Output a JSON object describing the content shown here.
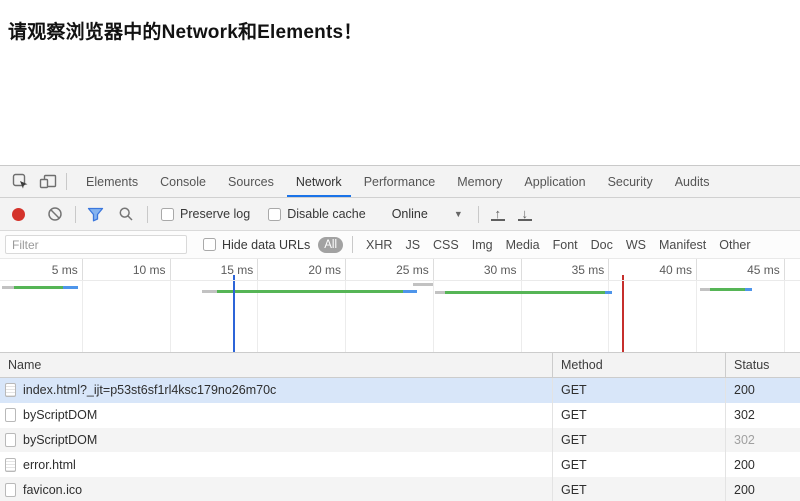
{
  "page": {
    "title": "请观察浏览器中的Network和Elements！"
  },
  "devtools": {
    "tabs": [
      {
        "label": "Elements"
      },
      {
        "label": "Console"
      },
      {
        "label": "Sources"
      },
      {
        "label": "Network"
      },
      {
        "label": "Performance"
      },
      {
        "label": "Memory"
      },
      {
        "label": "Application"
      },
      {
        "label": "Security"
      },
      {
        "label": "Audits"
      }
    ],
    "active_tab": "Network",
    "toolbar": {
      "preserve_log_label": "Preserve log",
      "disable_cache_label": "Disable cache",
      "throttling_value": "Online"
    },
    "filter_bar": {
      "placeholder": "Filter",
      "hide_data_urls_label": "Hide data URLs",
      "all_badge": "All",
      "types": [
        "XHR",
        "JS",
        "CSS",
        "Img",
        "Media",
        "Font",
        "Doc",
        "WS",
        "Manifest",
        "Other"
      ]
    },
    "timeline": {
      "ticks": [
        {
          "label": "5 ms",
          "ms": 5
        },
        {
          "label": "10 ms",
          "ms": 10
        },
        {
          "label": "15 ms",
          "ms": 15
        },
        {
          "label": "20 ms",
          "ms": 20
        },
        {
          "label": "25 ms",
          "ms": 25
        },
        {
          "label": "30 ms",
          "ms": 30
        },
        {
          "label": "35 ms",
          "ms": 35
        },
        {
          "label": "40 ms",
          "ms": 40
        },
        {
          "label": "45 ms",
          "ms": 45
        }
      ]
    },
    "waterfall": {
      "requests": [
        {
          "start_ms": 0.45,
          "lane": 5,
          "segments": [
            {
              "kind": "stalled",
              "ms": 0.7
            },
            {
              "kind": "waiting",
              "ms": 2.8
            },
            {
              "kind": "download",
              "ms": 0.85
            }
          ]
        },
        {
          "start_ms": 11.85,
          "lane": 9,
          "segments": [
            {
              "kind": "stalled",
              "ms": 0.85
            },
            {
              "kind": "waiting",
              "ms": 10.6
            },
            {
              "kind": "download",
              "ms": 0.8
            }
          ]
        },
        {
          "start_ms": 23.9,
          "lane": 2,
          "segments": [
            {
              "kind": "stalled",
              "ms": 1.1
            }
          ]
        },
        {
          "start_ms": 25.1,
          "lane": 10,
          "segments": [
            {
              "kind": "stalled",
              "ms": 0.6
            },
            {
              "kind": "waiting",
              "ms": 9.1
            },
            {
              "kind": "download",
              "ms": 0.4
            }
          ]
        },
        {
          "start_ms": 40.2,
          "lane": 7,
          "segments": [
            {
              "kind": "stalled",
              "ms": 0.6
            },
            {
              "kind": "waiting",
              "ms": 2.0
            },
            {
              "kind": "download",
              "ms": 0.4
            }
          ]
        }
      ],
      "markers": [
        {
          "name": "DOMContentLoaded",
          "ms": 13.6,
          "color": "#2c64d8"
        },
        {
          "name": "Load",
          "ms": 35.8,
          "color": "#c62f2c"
        }
      ]
    },
    "table": {
      "columns": [
        "Name",
        "Method",
        "Status"
      ],
      "rows": [
        {
          "name": "index.html?_ijt=p53st6sf1rl4ksc179no26m70c",
          "method": "GET",
          "status": "200",
          "icon": "document",
          "selected": true,
          "status_muted": false
        },
        {
          "name": "byScriptDOM",
          "method": "GET",
          "status": "302",
          "icon": "blank",
          "selected": false,
          "status_muted": false
        },
        {
          "name": "byScriptDOM",
          "method": "GET",
          "status": "302",
          "icon": "blank",
          "selected": false,
          "status_muted": true
        },
        {
          "name": "error.html",
          "method": "GET",
          "status": "200",
          "icon": "document",
          "selected": false,
          "status_muted": false
        },
        {
          "name": "favicon.ico",
          "method": "GET",
          "status": "200",
          "icon": "blank",
          "selected": false,
          "status_muted": false
        }
      ]
    },
    "colors": {
      "accent_blue": "#1a73e8",
      "record_red": "#d4332b",
      "bar_stalled_grey": "#c2c2c2",
      "bar_waiting_green": "#56b556",
      "bar_download_blue": "#4e95ea",
      "marker_dcl_blue": "#2c64d8",
      "marker_load_red": "#c62f2c",
      "selected_row_bg": "#d8e6f9",
      "all_badge_bg": "#a2a2a2"
    }
  }
}
